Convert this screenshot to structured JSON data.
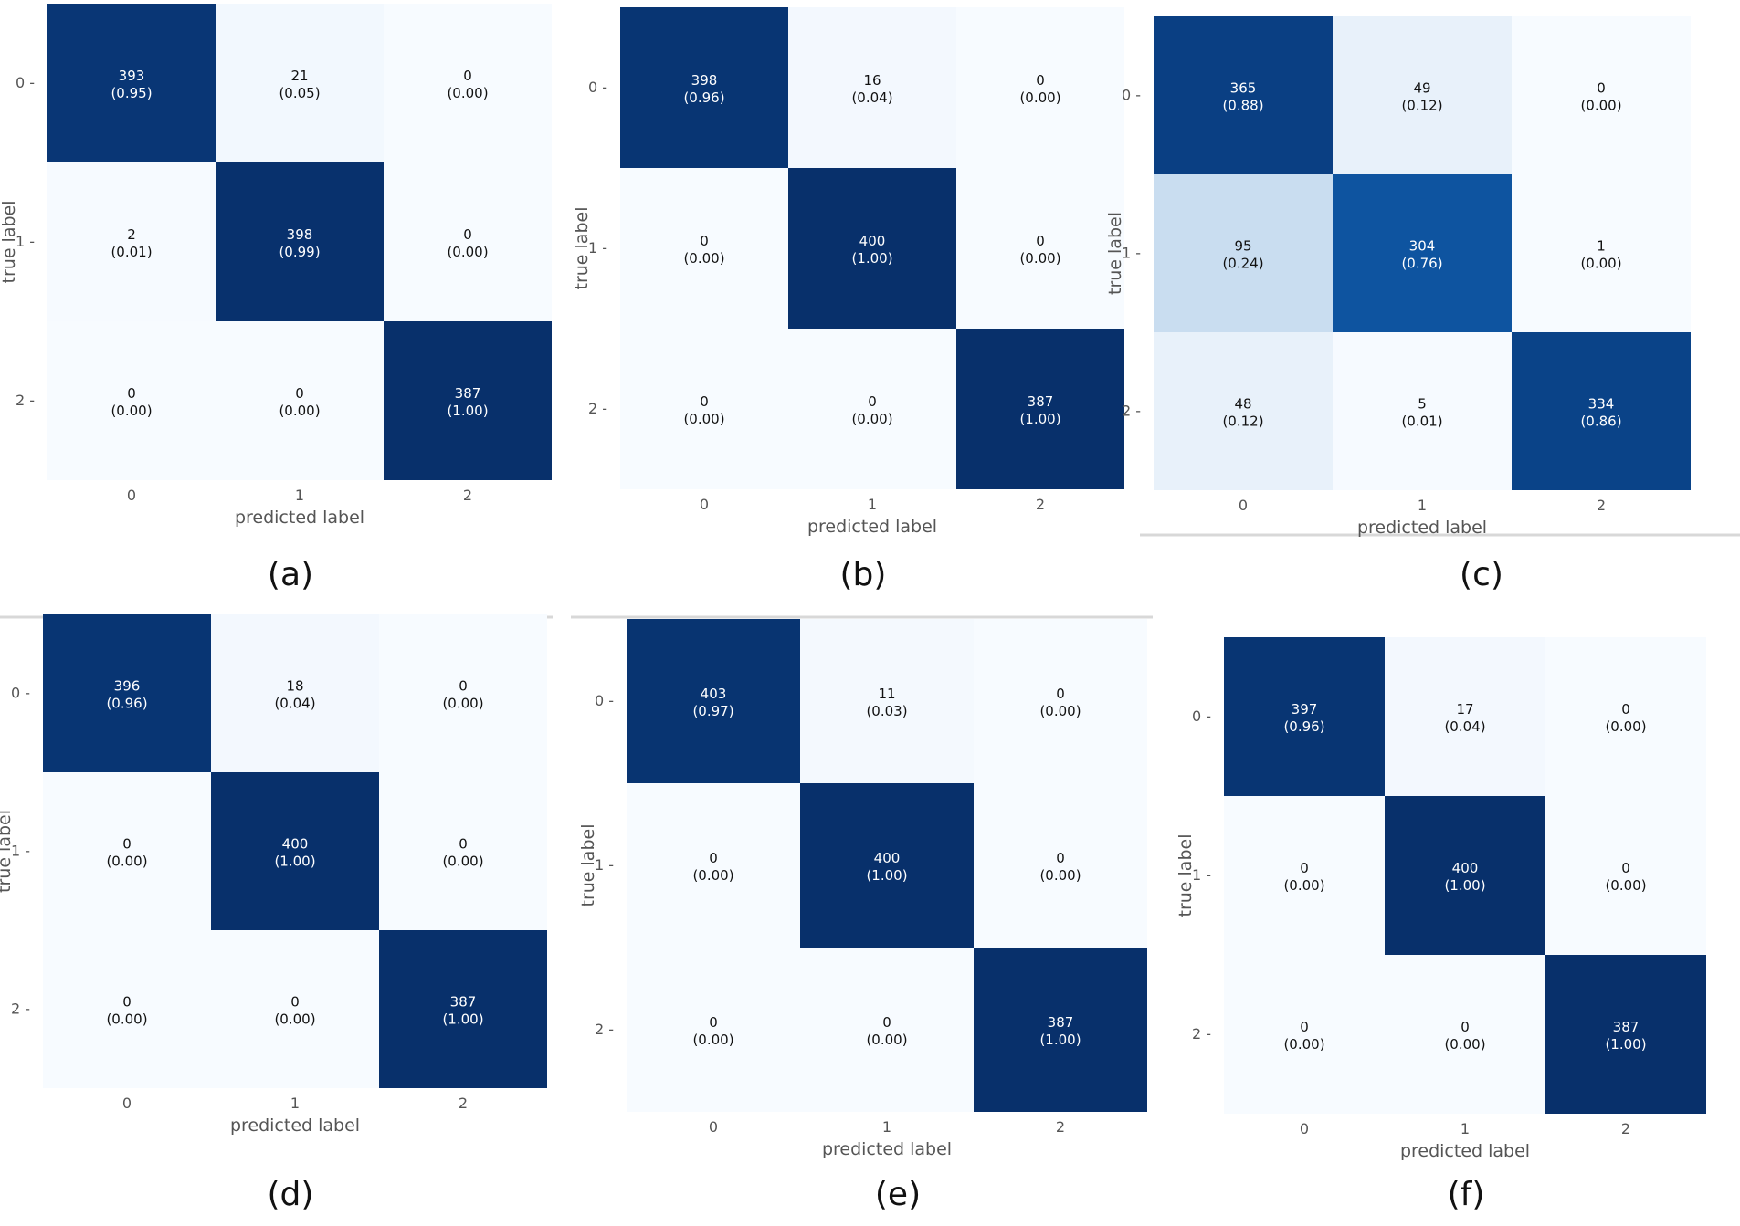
{
  "chart_data": [
    {
      "type": "heatmap",
      "caption": "(a)",
      "xlabel": "predicted label",
      "ylabel": "true label",
      "x_ticks": [
        "0",
        "1",
        "2"
      ],
      "y_ticks": [
        "0",
        "1",
        "2"
      ],
      "counts": [
        [
          393,
          21,
          0
        ],
        [
          2,
          398,
          0
        ],
        [
          0,
          0,
          387
        ]
      ],
      "fractions": [
        "0.95",
        "0.05",
        "0.00",
        "0.01",
        "0.99",
        "0.00",
        "0.00",
        "0.00",
        "1.00"
      ],
      "colormap": "Blues",
      "value_range": [
        0,
        1
      ]
    },
    {
      "type": "heatmap",
      "caption": "(b)",
      "xlabel": "predicted label",
      "ylabel": "true label",
      "x_ticks": [
        "0",
        "1",
        "2"
      ],
      "y_ticks": [
        "0",
        "1",
        "2"
      ],
      "counts": [
        [
          398,
          16,
          0
        ],
        [
          0,
          400,
          0
        ],
        [
          0,
          0,
          387
        ]
      ],
      "fractions": [
        "0.96",
        "0.04",
        "0.00",
        "0.00",
        "1.00",
        "0.00",
        "0.00",
        "0.00",
        "1.00"
      ],
      "colormap": "Blues",
      "value_range": [
        0,
        1
      ]
    },
    {
      "type": "heatmap",
      "caption": "(c)",
      "xlabel": "predicted label",
      "ylabel": "true label",
      "x_ticks": [
        "0",
        "1",
        "2"
      ],
      "y_ticks": [
        "0",
        "1",
        "2"
      ],
      "counts": [
        [
          365,
          49,
          0
        ],
        [
          95,
          304,
          1
        ],
        [
          48,
          5,
          334
        ]
      ],
      "fractions": [
        "0.88",
        "0.12",
        "0.00",
        "0.24",
        "0.76",
        "0.00",
        "0.12",
        "0.01",
        "0.86"
      ],
      "colormap": "Blues",
      "value_range": [
        0,
        1
      ]
    },
    {
      "type": "heatmap",
      "caption": "(d)",
      "xlabel": "predicted label",
      "ylabel": "true label",
      "x_ticks": [
        "0",
        "1",
        "2"
      ],
      "y_ticks": [
        "0",
        "1",
        "2"
      ],
      "counts": [
        [
          396,
          18,
          0
        ],
        [
          0,
          400,
          0
        ],
        [
          0,
          0,
          387
        ]
      ],
      "fractions": [
        "0.96",
        "0.04",
        "0.00",
        "0.00",
        "1.00",
        "0.00",
        "0.00",
        "0.00",
        "1.00"
      ],
      "colormap": "Blues",
      "value_range": [
        0,
        1
      ]
    },
    {
      "type": "heatmap",
      "caption": "(e)",
      "xlabel": "predicted label",
      "ylabel": "true label",
      "x_ticks": [
        "0",
        "1",
        "2"
      ],
      "y_ticks": [
        "0",
        "1",
        "2"
      ],
      "counts": [
        [
          403,
          11,
          0
        ],
        [
          0,
          400,
          0
        ],
        [
          0,
          0,
          387
        ]
      ],
      "fractions": [
        "0.97",
        "0.03",
        "0.00",
        "0.00",
        "1.00",
        "0.00",
        "0.00",
        "0.00",
        "1.00"
      ],
      "colormap": "Blues",
      "value_range": [
        0,
        1
      ]
    },
    {
      "type": "heatmap",
      "caption": "(f)",
      "xlabel": "predicted label",
      "ylabel": "true label",
      "x_ticks": [
        "0",
        "1",
        "2"
      ],
      "y_ticks": [
        "0",
        "1",
        "2"
      ],
      "counts": [
        [
          397,
          17,
          0
        ],
        [
          0,
          400,
          0
        ],
        [
          0,
          0,
          387
        ]
      ],
      "fractions": [
        "0.96",
        "0.04",
        "0.00",
        "0.00",
        "1.00",
        "0.00",
        "0.00",
        "0.00",
        "1.00"
      ],
      "colormap": "Blues",
      "value_range": [
        0,
        1
      ]
    }
  ]
}
